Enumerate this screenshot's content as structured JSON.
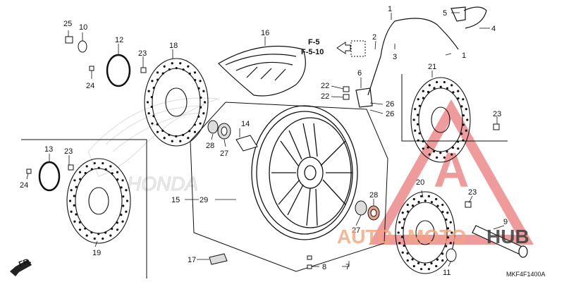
{
  "diagram_code": "MKF4F1400A",
  "refs": {
    "r1": "F-5",
    "r2": "F-5-10"
  },
  "labels": {
    "l1": "1",
    "l1b": "1",
    "l2": "2",
    "l3": "3",
    "l4": "4",
    "l5": "5",
    "l6": "6",
    "l7": "7",
    "l8": "8",
    "l9": "9",
    "l10": "10",
    "l11": "11",
    "l12": "12",
    "l13": "13",
    "l14": "14",
    "l15": "15",
    "l16": "16",
    "l17": "17",
    "l18": "18",
    "l19": "19",
    "l20": "20",
    "l21": "21",
    "l22a": "22",
    "l22b": "22",
    "l23a": "23",
    "l23b": "23",
    "l23c": "23",
    "l23d": "23",
    "l24a": "24",
    "l24b": "24",
    "l25": "25",
    "l26a": "26",
    "l26b": "26",
    "l27a": "27",
    "l27b": "27",
    "l28a": "28",
    "l28b": "28",
    "l29": "29"
  },
  "watermark": {
    "part1": "AUTO",
    "part2": "MOTO",
    "part3": "HUB",
    "color1": "#f2a57d",
    "color2": "#333333",
    "triangle": "#e24b4b"
  },
  "colors": {
    "line": "#111111",
    "shade": "#bbbbbb"
  },
  "front_arrow": "FR."
}
